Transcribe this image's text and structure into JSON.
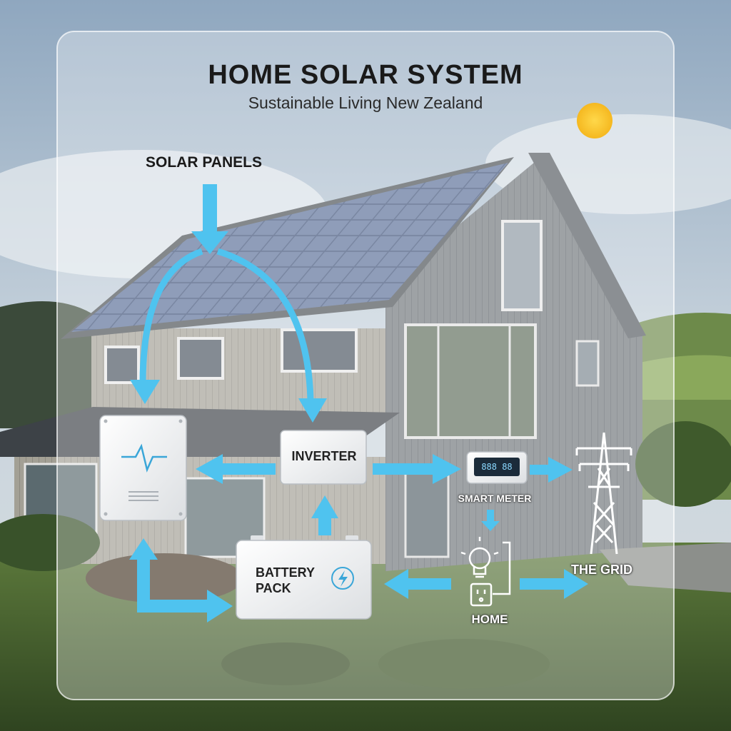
{
  "title": "HOME SOLAR SYSTEM",
  "subtitle": "Sustainable Living New Zealand",
  "components": {
    "solar_panels": "SOLAR PANELS",
    "inverter": "INVERTER",
    "battery_line1": "BATTERY",
    "battery_line2": "PACK",
    "smart_meter": "SMART METER",
    "home": "HOME",
    "grid": "THE GRID"
  },
  "meter_readout": "888 88",
  "icons": [
    "sun-icon",
    "waveform-icon",
    "lightning-icon",
    "lightbulb-icon",
    "power-outlet-icon",
    "pylon-icon"
  ],
  "colors": {
    "flow_arrow": "#4fc3ef",
    "sky": "#b9c9d8",
    "wall": "#6f757a",
    "grass": "#4f6b36",
    "sun": "#f8c531"
  }
}
